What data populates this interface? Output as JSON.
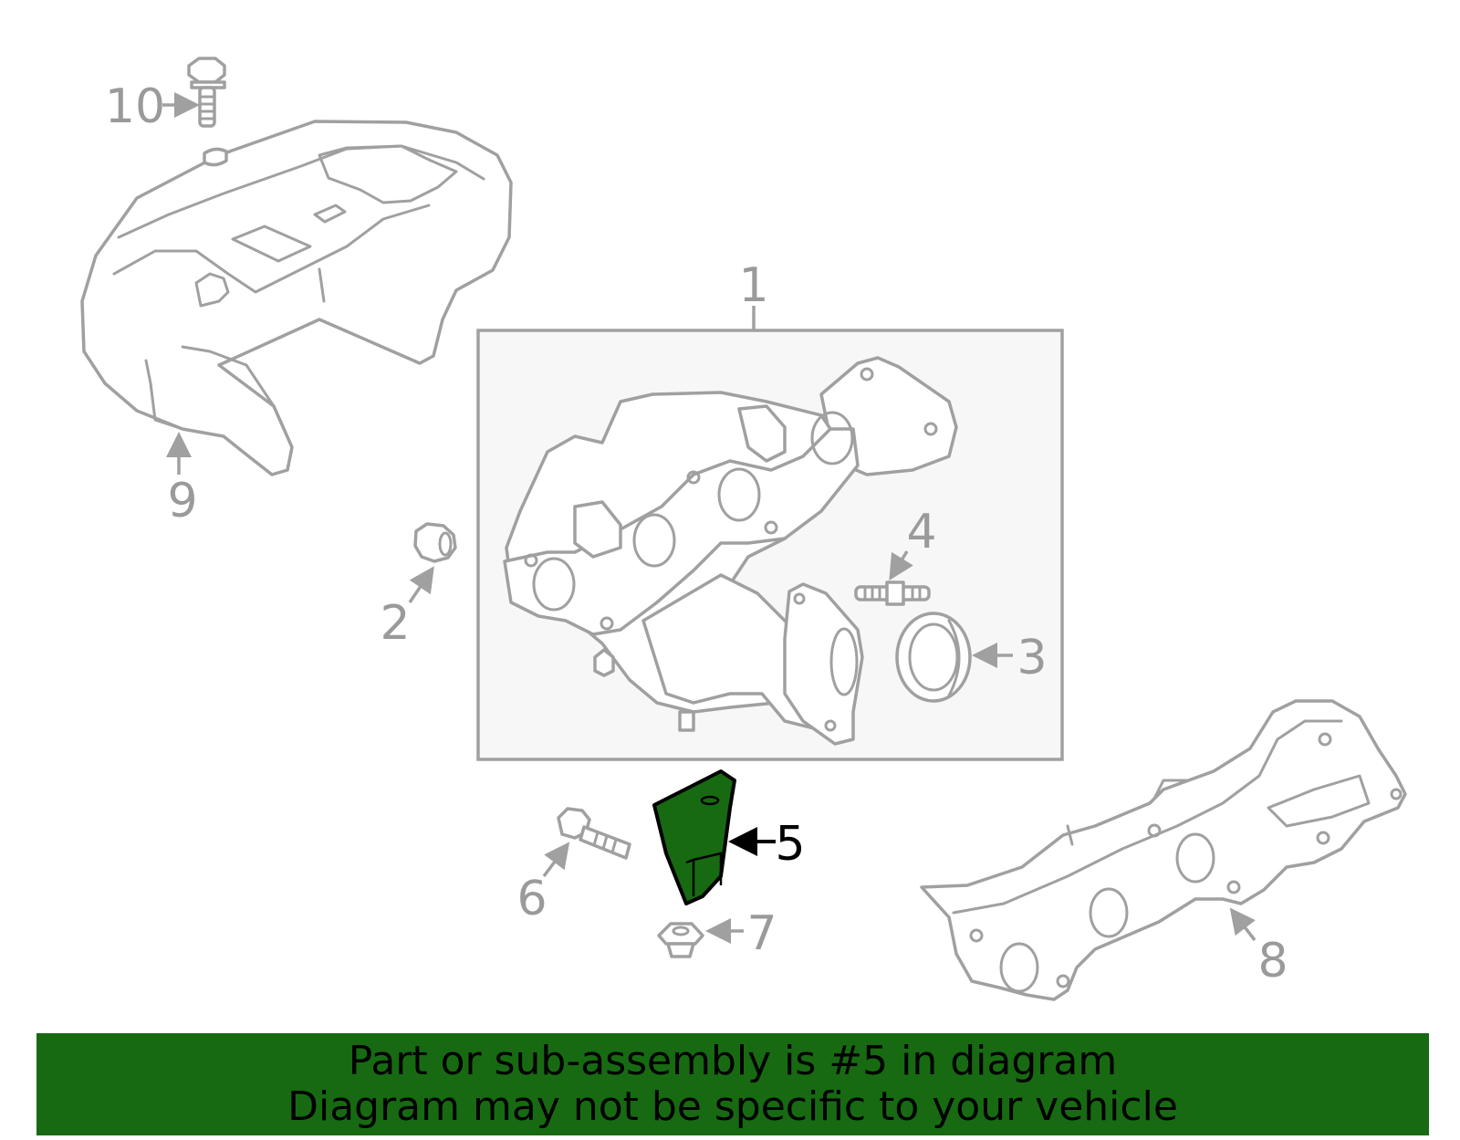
{
  "callouts": {
    "c1": "1",
    "c2": "2",
    "c3": "3",
    "c4": "4",
    "c5": "5",
    "c6": "6",
    "c7": "7",
    "c8": "8",
    "c9": "9",
    "c10": "10"
  },
  "highlighted_part": "5",
  "colors": {
    "highlight": "#176a12",
    "line": "#a0a0a0",
    "box_fill": "#f7f7f7"
  },
  "footer": {
    "line1": "Part or sub-assembly is #5 in diagram",
    "line2": "Diagram may not be specific to your vehicle"
  }
}
